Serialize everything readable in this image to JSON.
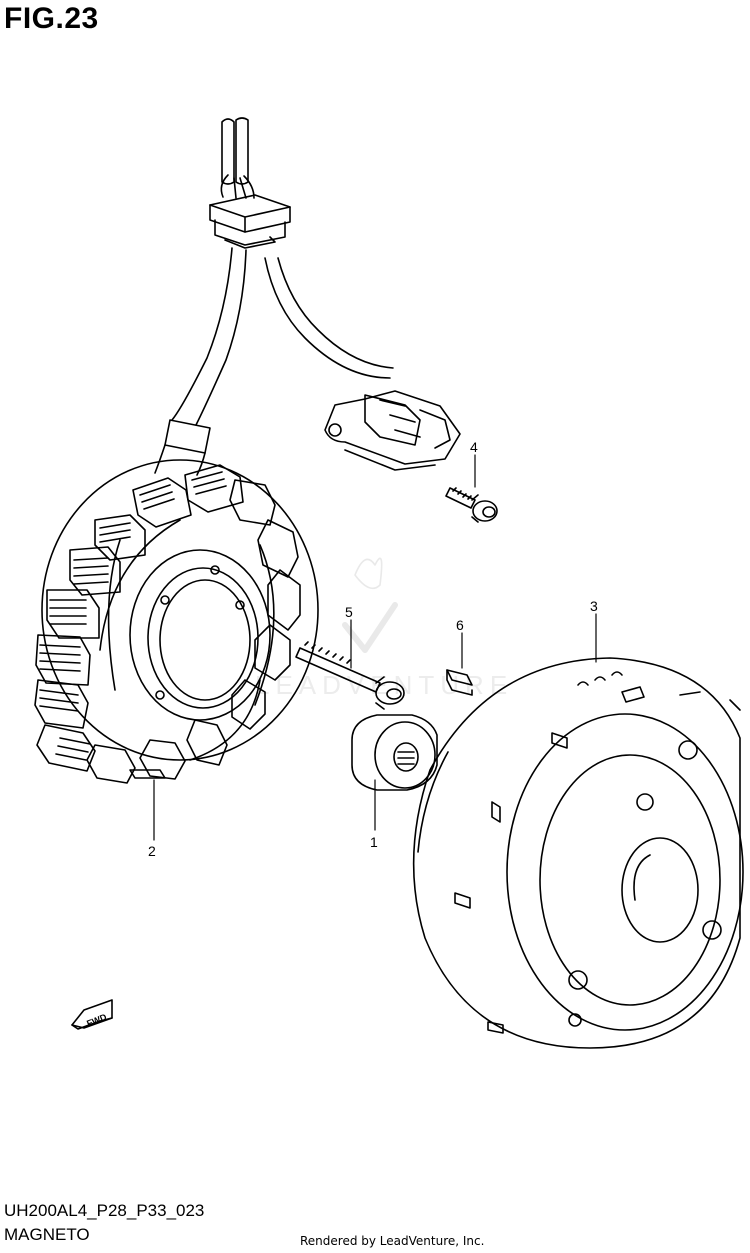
{
  "figure": {
    "title": "FIG.23"
  },
  "callouts": [
    {
      "id": "1",
      "label": "1"
    },
    {
      "id": "2",
      "label": "2"
    },
    {
      "id": "3",
      "label": "3"
    },
    {
      "id": "4",
      "label": "4"
    },
    {
      "id": "5",
      "label": "5"
    },
    {
      "id": "6",
      "label": "6"
    }
  ],
  "fwd_label": "FWD",
  "watermark": "LEADVENTURE",
  "footer": {
    "code": "UH200AL4_P28_P33_023",
    "name": "MAGNETO",
    "credit": "Rendered by LeadVenture, Inc."
  }
}
